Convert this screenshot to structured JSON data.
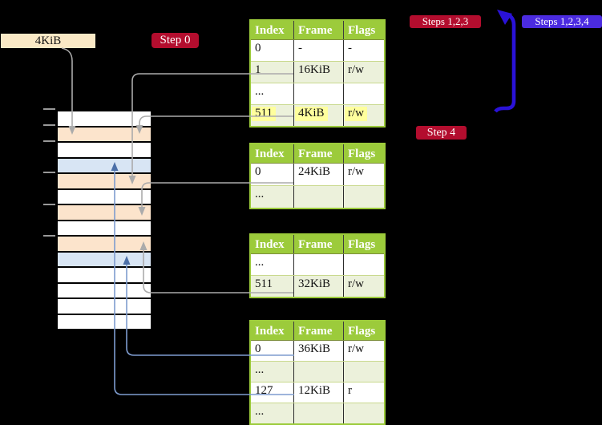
{
  "badges": {
    "frame_label": "4KiB",
    "step0": "Step 0",
    "steps123": "Steps 1,2,3",
    "steps1234": "Steps 1,2,3,4",
    "step4": "Step 4"
  },
  "colors": {
    "crimson": "#B30D2E",
    "violet": "#4B2BE0",
    "cream": "#FAE9C6",
    "tablegreen": "#9CCB3B",
    "rowtint": "#ECF1DB",
    "rowsep": "#C9D98E",
    "highlight": "#FFFF9D",
    "orange": "#FCE4CC",
    "lightblue": "#D8E5F4",
    "tickgray": "#999999",
    "conngray": "#ABABAB",
    "connblue": "#7E9CCF",
    "connbluehead": "#4C70A8",
    "arrowblue": "#2A12D8"
  },
  "table_headers": [
    "Index",
    "Frame",
    "Flags"
  ],
  "tables": [
    {
      "id": "page-table-1",
      "rows": [
        {
          "index": "0",
          "frame": "-",
          "flags": "-"
        },
        {
          "index": "1",
          "frame": "16KiB",
          "flags": "r/w",
          "underline": "gray"
        },
        {
          "index": "...",
          "frame": "",
          "flags": ""
        },
        {
          "index": "511",
          "frame": "4KiB",
          "flags": "r/w",
          "underline": "gray",
          "highlight": true
        }
      ]
    },
    {
      "id": "page-table-2",
      "rows": [
        {
          "index": "0",
          "frame": "24KiB",
          "flags": "r/w",
          "underline": "gray"
        },
        {
          "index": "...",
          "frame": "",
          "flags": ""
        }
      ]
    },
    {
      "id": "page-table-3",
      "rows": [
        {
          "index": "...",
          "frame": "",
          "flags": ""
        },
        {
          "index": "511",
          "frame": "32KiB",
          "flags": "r/w",
          "underline": "gray"
        }
      ]
    },
    {
      "id": "page-table-4",
      "rows": [
        {
          "index": "0",
          "frame": "36KiB",
          "flags": "r/w",
          "underline": "blue"
        },
        {
          "index": "...",
          "frame": "",
          "flags": ""
        },
        {
          "index": "127",
          "frame": "12KiB",
          "flags": "r",
          "underline": "blue"
        },
        {
          "index": "...",
          "frame": "",
          "flags": ""
        }
      ]
    }
  ],
  "memory": {
    "rows": [
      "white",
      "orange",
      "white",
      "blue",
      "orange",
      "white",
      "orange",
      "white",
      "orange",
      "blue",
      "white",
      "white",
      "white",
      "white"
    ]
  }
}
